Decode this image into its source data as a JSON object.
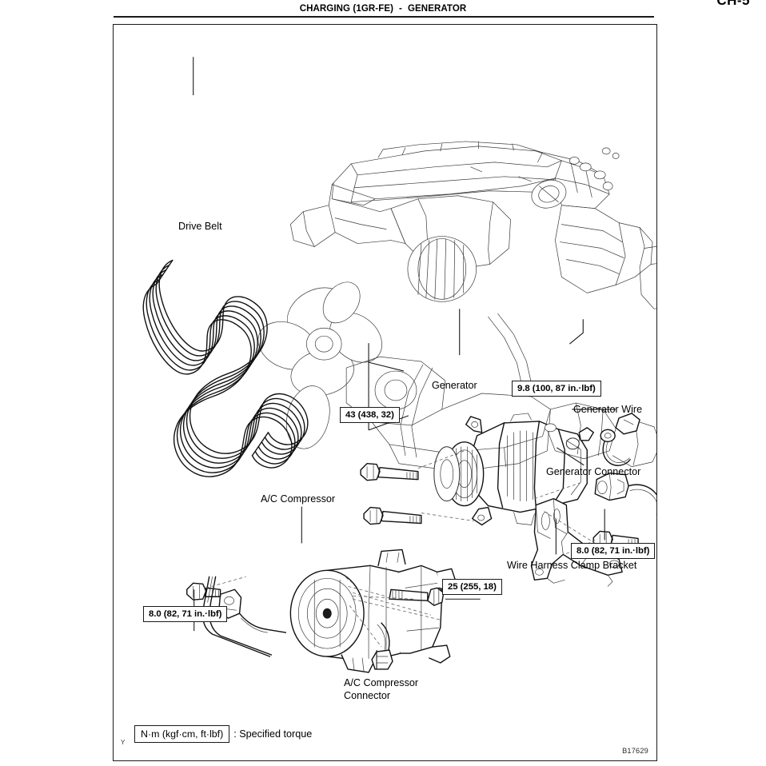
{
  "header": {
    "section": "CHARGING (1GR-FE)",
    "separator": "-",
    "subsection": "GENERATOR",
    "page_number": "CH-5"
  },
  "figure": {
    "id": "B17629",
    "bottom_marker": "Y",
    "legend": {
      "box_text": "N·m (kgf·cm, ft·lbf)",
      "description": ": Specified torque"
    },
    "part_labels": [
      {
        "name": "drive-belt",
        "text": "Drive Belt"
      },
      {
        "name": "generator",
        "text": "Generator"
      },
      {
        "name": "generator-wire",
        "text": "Generator Wire"
      },
      {
        "name": "generator-connector",
        "text": "Generator Connector"
      },
      {
        "name": "wire-harness-clamp-bracket",
        "text": "Wire Harness Clamp Bracket"
      },
      {
        "name": "ac-compressor",
        "text": "A/C Compressor"
      },
      {
        "name": "ac-compressor-connector",
        "text": "A/C Compressor\nConnector"
      }
    ],
    "torque_specs": [
      {
        "name": "generator-wire-nut-torque",
        "text": "9.8 (100, 87 in.·lbf)",
        "nm": 9.8,
        "kgfcm": 100,
        "ftlbf": "87 in.·lbf"
      },
      {
        "name": "generator-bolts-torque",
        "text": "43 (438, 32)",
        "nm": 43,
        "kgfcm": 438,
        "ftlbf": 32
      },
      {
        "name": "clamp-bracket-bolt-torque",
        "text": "8.0 (82, 71 in.·lbf)",
        "nm": 8.0,
        "kgfcm": 82,
        "ftlbf": "71 in.·lbf"
      },
      {
        "name": "ac-compressor-bolts-torque",
        "text": "25 (255, 18)",
        "nm": 25,
        "kgfcm": 255,
        "ftlbf": 18
      },
      {
        "name": "ac-bracket-bolt-torque",
        "text": "8.0 (82, 71 in.·lbf)",
        "nm": 8.0,
        "kgfcm": 82,
        "ftlbf": "71 in.·lbf"
      }
    ]
  },
  "colors": {
    "ink": "#1a1a1a",
    "line": "#2b2b2b",
    "page": "#ffffff"
  }
}
